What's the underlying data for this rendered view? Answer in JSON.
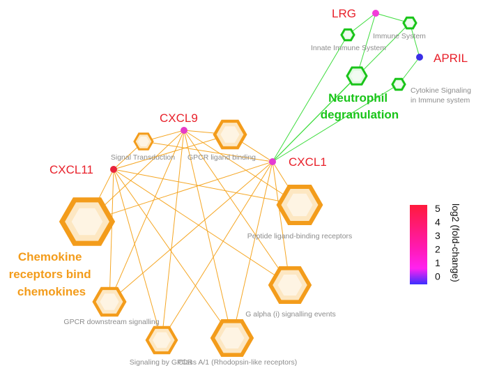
{
  "colors": {
    "orange_edge": "#f5a623",
    "orange_hex": "#f39c1b",
    "orange_fill": "#fde7c2",
    "green_edge": "#3ddc3d",
    "green_hex": "#19c419",
    "green_fill": "#e2f8e2",
    "gene_label": "#e8202a",
    "path_label": "#8c8c8c",
    "orange_group": "#f39c1b",
    "green_group": "#19c419"
  },
  "genes": [
    {
      "id": "LRG",
      "label": "LRG",
      "color": "#f23cd9"
    },
    {
      "id": "APRIL",
      "label": "APRIL",
      "color": "#3a2fe6"
    },
    {
      "id": "CXCL9",
      "label": "CXCL9",
      "color": "#e63ac8"
    },
    {
      "id": "CXCL11",
      "label": "CXCL11",
      "color": "#e8243c"
    },
    {
      "id": "CXCL1",
      "label": "CXCL1",
      "color": "#e43ad3"
    }
  ],
  "pathways": [
    {
      "id": "immune_system",
      "label": "Immune System",
      "group": "green"
    },
    {
      "id": "innate_immune",
      "label": "Innate Immune System",
      "group": "green"
    },
    {
      "id": "neutrophil",
      "label": "",
      "group": "green"
    },
    {
      "id": "cytokine",
      "label": "Cytokine Signaling\nin Immune system",
      "group": "green"
    },
    {
      "id": "signal_transduction",
      "label": "Signal Transduction",
      "group": "orange"
    },
    {
      "id": "gpcr_ligand",
      "label": "GPCR ligand binding",
      "group": "orange"
    },
    {
      "id": "chemokine_big",
      "label": "",
      "group": "orange"
    },
    {
      "id": "peptide_ligand",
      "label": "Peptide ligand-binding receptors",
      "group": "orange"
    },
    {
      "id": "g_alpha",
      "label": "G alpha (i) signalling events",
      "group": "orange"
    },
    {
      "id": "gpcr_downstream",
      "label": "GPCR downstream signalling",
      "group": "orange"
    },
    {
      "id": "signaling_gpcr",
      "label": "Signaling by GPCR",
      "group": "orange"
    },
    {
      "id": "class_a1",
      "label": "Class A/1 (Rhodopsin-like receptors)",
      "group": "orange"
    }
  ],
  "edges": [
    {
      "from": "LRG",
      "to": "immune_system",
      "group": "green"
    },
    {
      "from": "LRG",
      "to": "innate_immune",
      "group": "green"
    },
    {
      "from": "LRG",
      "to": "neutrophil",
      "group": "green"
    },
    {
      "from": "APRIL",
      "to": "immune_system",
      "group": "green"
    },
    {
      "from": "APRIL",
      "to": "cytokine",
      "group": "green"
    },
    {
      "from": "CXCL1",
      "to": "innate_immune",
      "group": "green"
    },
    {
      "from": "CXCL1",
      "to": "neutrophil",
      "group": "green"
    },
    {
      "from": "CXCL1",
      "to": "immune_system",
      "group": "green"
    },
    {
      "from": "CXCL1",
      "to": "cytokine",
      "group": "green"
    },
    {
      "from": "CXCL9",
      "to": "signal_transduction",
      "group": "orange"
    },
    {
      "from": "CXCL9",
      "to": "gpcr_ligand",
      "group": "orange"
    },
    {
      "from": "CXCL9",
      "to": "chemokine_big",
      "group": "orange"
    },
    {
      "from": "CXCL9",
      "to": "peptide_ligand",
      "group": "orange"
    },
    {
      "from": "CXCL9",
      "to": "g_alpha",
      "group": "orange"
    },
    {
      "from": "CXCL9",
      "to": "gpcr_downstream",
      "group": "orange"
    },
    {
      "from": "CXCL9",
      "to": "signaling_gpcr",
      "group": "orange"
    },
    {
      "from": "CXCL9",
      "to": "class_a1",
      "group": "orange"
    },
    {
      "from": "CXCL11",
      "to": "signal_transduction",
      "group": "orange"
    },
    {
      "from": "CXCL11",
      "to": "gpcr_ligand",
      "group": "orange"
    },
    {
      "from": "CXCL11",
      "to": "chemokine_big",
      "group": "orange"
    },
    {
      "from": "CXCL11",
      "to": "peptide_ligand",
      "group": "orange"
    },
    {
      "from": "CXCL11",
      "to": "g_alpha",
      "group": "orange"
    },
    {
      "from": "CXCL11",
      "to": "gpcr_downstream",
      "group": "orange"
    },
    {
      "from": "CXCL11",
      "to": "signaling_gpcr",
      "group": "orange"
    },
    {
      "from": "CXCL11",
      "to": "class_a1",
      "group": "orange"
    },
    {
      "from": "CXCL1",
      "to": "signal_transduction",
      "group": "orange"
    },
    {
      "from": "CXCL1",
      "to": "gpcr_ligand",
      "group": "orange"
    },
    {
      "from": "CXCL1",
      "to": "chemokine_big",
      "group": "orange"
    },
    {
      "from": "CXCL1",
      "to": "peptide_ligand",
      "group": "orange"
    },
    {
      "from": "CXCL1",
      "to": "g_alpha",
      "group": "orange"
    },
    {
      "from": "CXCL1",
      "to": "gpcr_downstream",
      "group": "orange"
    },
    {
      "from": "CXCL1",
      "to": "signaling_gpcr",
      "group": "orange"
    },
    {
      "from": "CXCL1",
      "to": "class_a1",
      "group": "orange"
    }
  ],
  "group_labels": {
    "neutrophil": "Neutrophil\ndegranulation",
    "chemokine": "Chemokine\nreceptors bind\nchemokines"
  },
  "legend": {
    "title": "log2 (fold-change)",
    "ticks": [
      "5",
      "4",
      "3",
      "2",
      "1",
      "0"
    ],
    "gradient": [
      "#ff1a3c",
      "#ff1ab4",
      "#ff22f0",
      "#3a2fff"
    ]
  }
}
